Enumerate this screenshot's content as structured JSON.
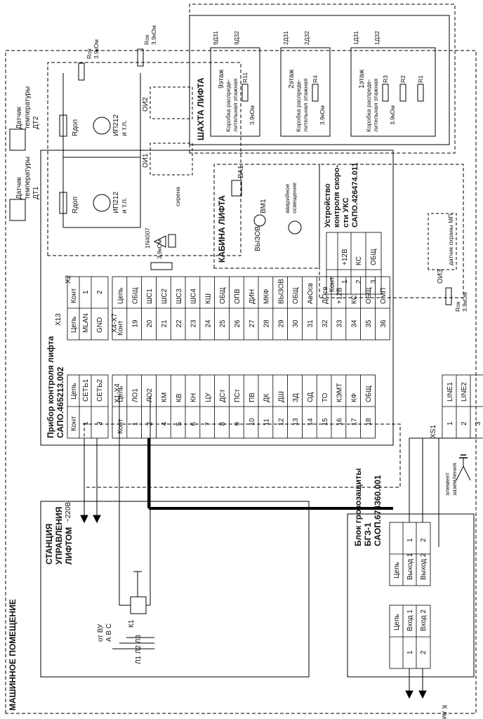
{
  "diagram": {
    "machine_room": "МАШИННОЕ ПОМЕЩЕНИЕ",
    "shaft": "ШАХТА ЛИФТА",
    "cabin": "КАБИНА ЛИФТА",
    "station": [
      "СТАНЦИЯ",
      "УПРАВЛЕНИЯ",
      "ЛИФТОМ"
    ],
    "device": [
      "Прибор контроля лифта",
      "САПО.465213.002"
    ],
    "connector_x2": "X2",
    "connector_x13": "X13",
    "connector_x4x7": "X4-X7",
    "connector_x1x4": "X1-X4",
    "connector_xs1": "XS1",
    "col_kont": "Конт",
    "col_cep": "Цепь",
    "power_pins": [
      {
        "kont": "1",
        "cep": "СЕТЬ1"
      },
      {
        "kont": "3",
        "cep": "СЕТЬ2"
      }
    ],
    "net_pins": [
      {
        "kont": "1",
        "cep": "MLAN"
      },
      {
        "kont": "2",
        "cep": "GND"
      }
    ],
    "left_pins": [
      {
        "kont": "1",
        "cep": "ЛО1"
      },
      {
        "kont": "2",
        "cep": "ЛО2"
      },
      {
        "kont": "4",
        "cep": "КМ"
      },
      {
        "kont": "5",
        "cep": "КВ"
      },
      {
        "kont": "6",
        "cep": "КН"
      },
      {
        "kont": "7",
        "cep": "ЦУ"
      },
      {
        "kont": "8",
        "cep": "ДСт"
      },
      {
        "kont": "9",
        "cep": "ПСт"
      },
      {
        "kont": "10",
        "cep": "ПВ"
      },
      {
        "kont": "11",
        "cep": "ДК"
      },
      {
        "kont": "12",
        "cep": "ДШ"
      },
      {
        "kont": "13",
        "cep": "ЗД"
      },
      {
        "kont": "14",
        "cep": "ОД"
      },
      {
        "kont": "15",
        "cep": "ТО"
      },
      {
        "kont": "16",
        "cep": "КЭМТ"
      },
      {
        "kont": "17",
        "cep": "КФ"
      },
      {
        "kont": "18",
        "cep": "ОБЩ"
      }
    ],
    "right_pins": [
      {
        "kont": "19",
        "cep": "ОБЩ"
      },
      {
        "kont": "20",
        "cep": "ШС1"
      },
      {
        "kont": "21",
        "cep": "ШС2"
      },
      {
        "kont": "22",
        "cep": "ШС3"
      },
      {
        "kont": "23",
        "cep": "ШС4"
      },
      {
        "kont": "24",
        "cep": "КШ"
      },
      {
        "kont": "25",
        "cep": "ОБЩ"
      },
      {
        "kont": "26",
        "cep": "ОПВ"
      },
      {
        "kont": "27",
        "cep": "ДИН"
      },
      {
        "kont": "28",
        "cep": "МКФ"
      },
      {
        "kont": "29",
        "cep": "ВЫЗОВ"
      },
      {
        "kont": "30",
        "cep": "ОБЩ"
      },
      {
        "kont": "31",
        "cep": "АвОсв"
      },
      {
        "kont": "32",
        "cep": "ДОсв"
      },
      {
        "kont": "33",
        "cep": "+12В"
      },
      {
        "kont": "34",
        "cep": "КС"
      },
      {
        "kont": "35",
        "cep": "ОБЩ"
      },
      {
        "kont": "36",
        "cep": "ОМП"
      }
    ],
    "xs1_pins": [
      {
        "kont": "1",
        "cep": "LINE1"
      },
      {
        "kont": "2",
        "cep": "LINE2"
      },
      {
        "kont": "3",
        "cep": ""
      }
    ],
    "ground_element": [
      "элемент",
      "заземления"
    ],
    "mains": "~220В",
    "storm": [
      "Блок грозозащиты",
      "БГЗ-1",
      "САОП.674360.001"
    ],
    "storm_in": [
      {
        "kont": "1",
        "cep": "Вход 1"
      },
      {
        "kont": "2",
        "cep": "Вход 2"
      }
    ],
    "storm_out": [
      {
        "cep": "Выход 1",
        "kont": "1"
      },
      {
        "cep": "Выход 2",
        "kont": "2"
      }
    ],
    "to_line": "К линии связи",
    "from_vu": "от ВУ",
    "phases_abc": "А  В  С",
    "phases_l": "Л1  Л2  Л3",
    "relay_k1": "К1",
    "ukc": [
      "Устройство",
      "контроля скоро-",
      "сти УКС",
      "САПО.426474.011"
    ],
    "ukc_pins": [
      {
        "kont": "1",
        "cep": "+12В"
      },
      {
        "kont": "2",
        "cep": "КС"
      },
      {
        "kont": "3",
        "cep": "ОБЩ"
      }
    ],
    "sensor_mp": [
      "ОИ3",
      "датчик охраны МП"
    ],
    "sensor_dt1": [
      "Датчик",
      "температуры",
      "ДТ1"
    ],
    "sensor_dt2": [
      "Датчик",
      "температуры",
      "ДТ2"
    ],
    "r_dop": "Rдоп",
    "ip212": [
      "ИП212",
      "и т.п."
    ],
    "r_ok": "Rок",
    "r_ok_val": "3.9кОм",
    "oi1": "ОИ1",
    "oi2": "ОИ2",
    "diode": "1N4007",
    "siren": "сирена",
    "res_39": "3,9кОм",
    "floors": [
      "9этаж",
      "2этаж",
      "1этаж"
    ],
    "box": [
      "Коробка распреде-",
      "лительная этажная"
    ],
    "floor_switches": [
      [
        "9Д31",
        "9Д32"
      ],
      [
        "2Д31",
        "2Д32"
      ],
      [
        "1Д31",
        "1Д32"
      ]
    ],
    "floor_res": [
      "R11",
      "R4",
      "R3",
      "R2",
      "R1"
    ],
    "res_value": "3.9кОм",
    "ba1": "ВА1",
    "vm1": "ВМ1",
    "call": "ВЫЗОВ",
    "emergency": [
      "аварийное",
      "освещение"
    ]
  }
}
